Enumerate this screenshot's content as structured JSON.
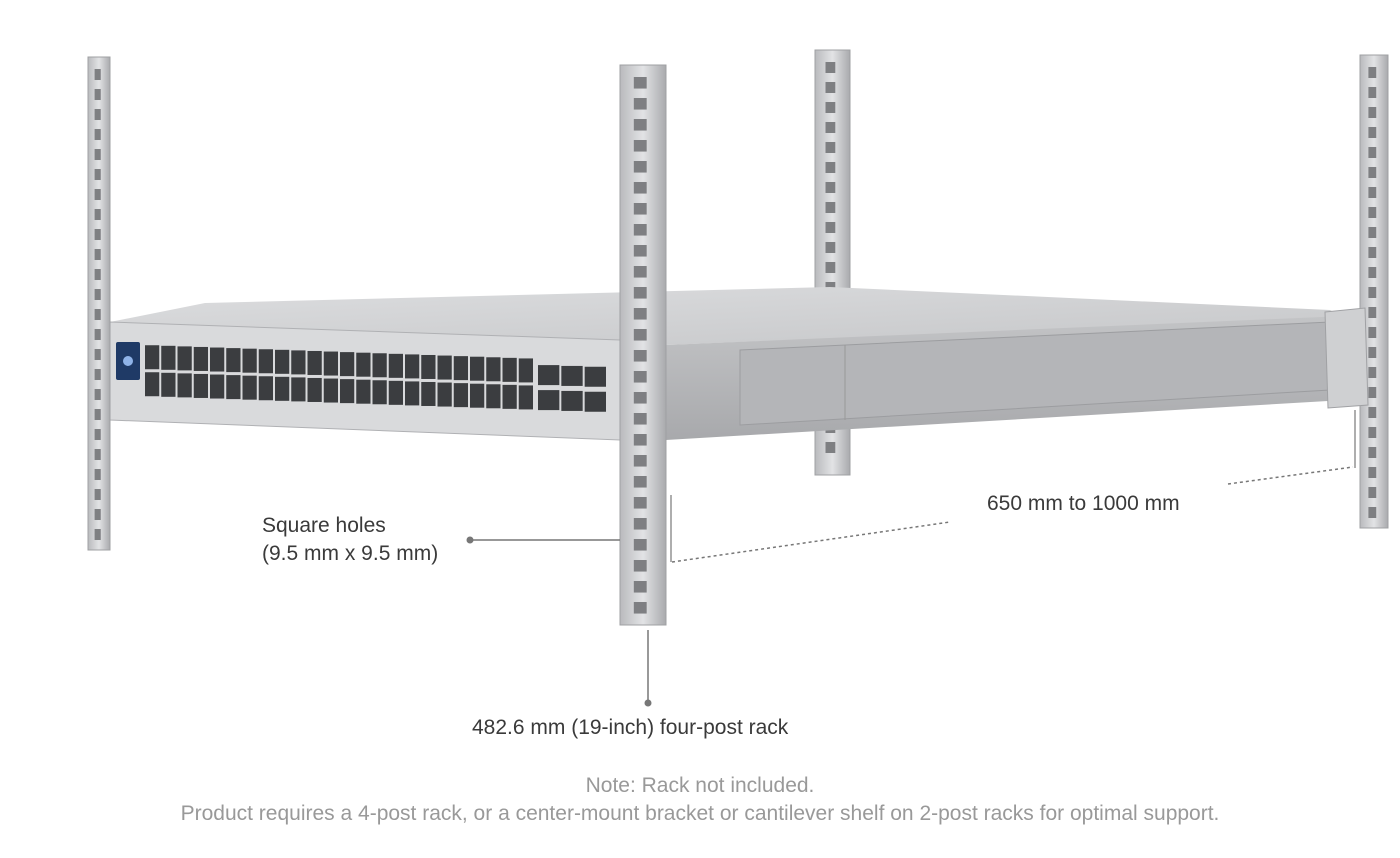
{
  "labels": {
    "square_holes_title": "Square holes",
    "square_holes_size": "(9.5 mm x 9.5 mm)",
    "depth_range": "650 mm to 1000 mm",
    "rack_width": "482.6 mm (19-inch) four-post rack"
  },
  "notes": {
    "line1": "Note: Rack not included.",
    "line2": "Product requires a 4-post rack, or a center-mount bracket or cantilever shelf on 2-post racks for optimal support."
  },
  "product": {
    "sfp_ports": 48,
    "qsfp_ports": 6
  },
  "colors": {
    "text": "#3a3a3a",
    "note": "#999999",
    "metal": "#c9cacc",
    "panel": "#d7d8da",
    "port": "#3b3d40",
    "display": "#1f3a66"
  }
}
